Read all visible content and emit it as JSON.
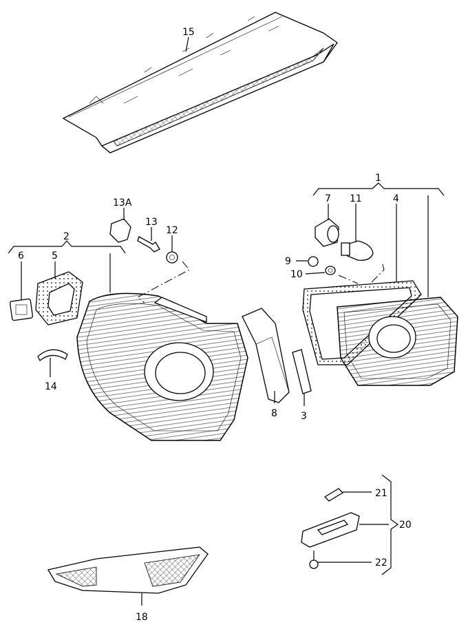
{
  "diagram": {
    "labels": {
      "p1": "1",
      "p2": "2",
      "p3": "3",
      "p4": "4",
      "p5": "5",
      "p6": "6",
      "p7": "7",
      "p8": "8",
      "p9": "9",
      "p10": "10",
      "p11": "11",
      "p12": "12",
      "p13": "13",
      "p13a": "13A",
      "p14": "14",
      "p15": "15",
      "p18": "18",
      "p20": "20",
      "p21": "21",
      "p22": "22"
    }
  }
}
